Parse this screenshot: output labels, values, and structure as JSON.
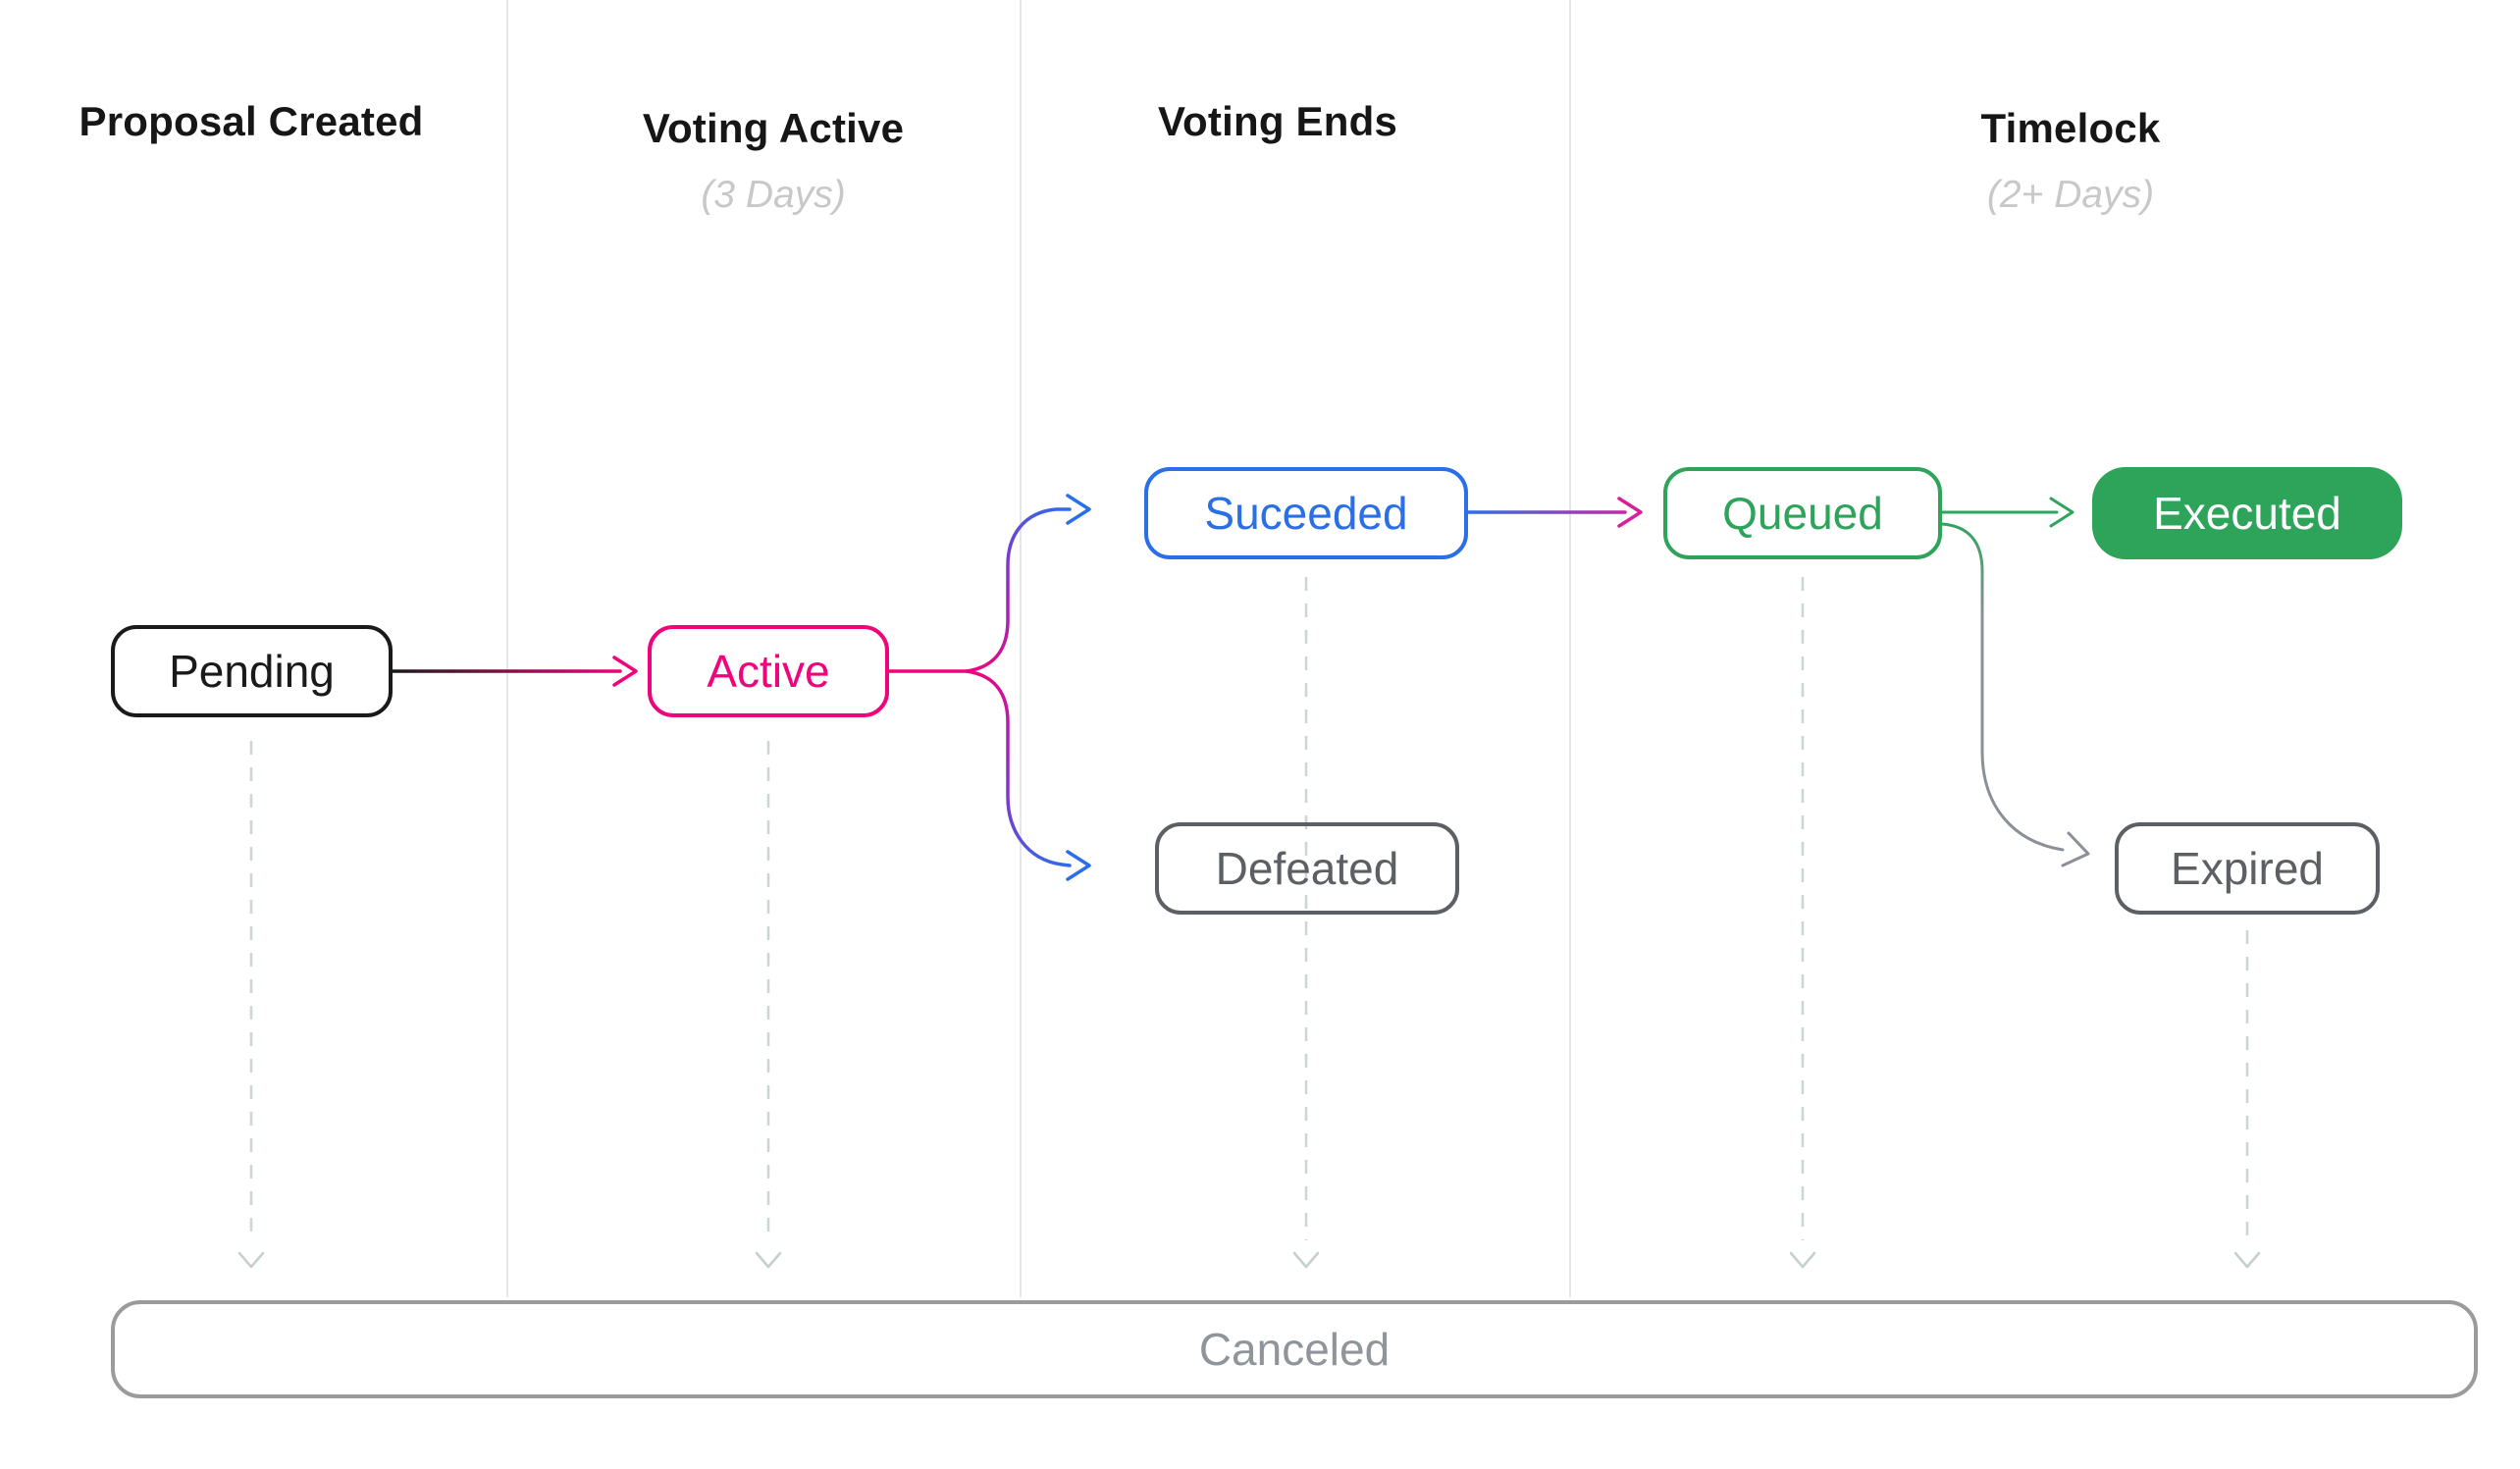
{
  "columns": [
    {
      "label": "Proposal Created",
      "sublabel": ""
    },
    {
      "label": "Voting Active",
      "sublabel": "(3 Days)"
    },
    {
      "label": "Voting Ends",
      "sublabel": ""
    },
    {
      "label": "Timelock",
      "sublabel": "(2+ Days)"
    }
  ],
  "nodes": {
    "pending": {
      "label": "Pending"
    },
    "active": {
      "label": "Active"
    },
    "succeeded": {
      "label": "Suceeded"
    },
    "defeated": {
      "label": "Defeated"
    },
    "queued": {
      "label": "Queued"
    },
    "executed": {
      "label": "Executed"
    },
    "expired": {
      "label": "Expired"
    },
    "canceled": {
      "label": "Canceled"
    }
  },
  "edges": [
    {
      "from": "Pending",
      "to": "Active"
    },
    {
      "from": "Active",
      "to": "Suceeded"
    },
    {
      "from": "Active",
      "to": "Defeated"
    },
    {
      "from": "Suceeded",
      "to": "Queued"
    },
    {
      "from": "Queued",
      "to": "Executed"
    },
    {
      "from": "Queued",
      "to": "Expired"
    },
    {
      "from": "Pending",
      "to": "Canceled"
    },
    {
      "from": "Active",
      "to": "Canceled"
    },
    {
      "from": "Suceeded",
      "to": "Canceled"
    },
    {
      "from": "Queued",
      "to": "Canceled"
    },
    {
      "from": "Expired",
      "to": "Canceled"
    }
  ],
  "colors": {
    "black": "#1a1a1a",
    "pink": "#f0047c",
    "purple": "#8b2fc9",
    "magenta": "#d6219c",
    "blue": "#2b6fe8",
    "green": "#2ea45b",
    "dark_gray": "#5c6064",
    "curve_gray": "#8a9096",
    "canceled_border": "#9b9b9b",
    "canceled_text": "#8f959a",
    "divider": "#e7e7e7",
    "dash": "#cbd5d5"
  }
}
